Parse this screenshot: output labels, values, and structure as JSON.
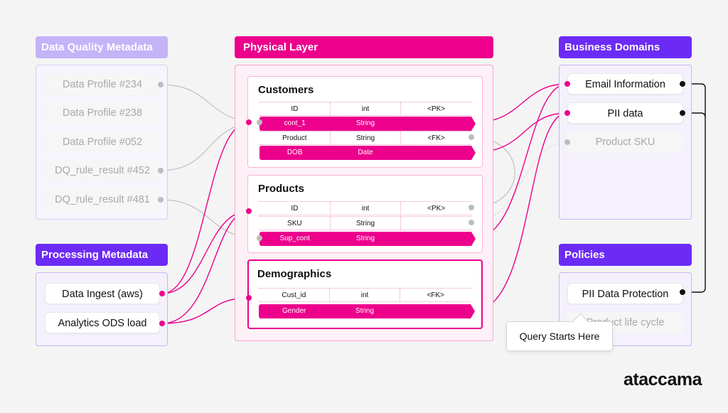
{
  "colors": {
    "pink": "#ec008c",
    "purple": "#6c2bf5",
    "lavender": "#c5b3f8",
    "black": "#111111",
    "gray": "#bdbdbd"
  },
  "brand": "ataccama",
  "data_quality": {
    "title": "Data Quality Metadata",
    "items": [
      "Data Profile #234",
      "Data Profile #238",
      "Data Profile #052",
      "DQ_rule_result #452",
      "DQ_rule_result #481"
    ]
  },
  "processing": {
    "title": "Processing Metadata",
    "items": [
      "Data Ingest (aws)",
      "Analytics ODS load"
    ]
  },
  "physical": {
    "title": "Physical Layer",
    "tables": [
      {
        "name": "Customers",
        "rows": [
          {
            "cells": [
              "ID",
              "int",
              "<PK>"
            ],
            "highlight": false
          },
          {
            "cells": [
              "cont_1",
              "String",
              ""
            ],
            "highlight": true
          },
          {
            "cells": [
              "Product",
              "String",
              "<FK>"
            ],
            "highlight": false
          },
          {
            "cells": [
              "DOB",
              "Date",
              ""
            ],
            "highlight": true
          }
        ]
      },
      {
        "name": "Products",
        "rows": [
          {
            "cells": [
              "ID",
              "int",
              "<PK>"
            ],
            "highlight": false
          },
          {
            "cells": [
              "SKU",
              "String",
              ""
            ],
            "highlight": false
          },
          {
            "cells": [
              "Sup_cont",
              "String",
              ""
            ],
            "highlight": true
          }
        ]
      },
      {
        "name": "Demographics",
        "rows": [
          {
            "cells": [
              "Cust_id",
              "int",
              "<FK>"
            ],
            "highlight": false
          },
          {
            "cells": [
              "Gender",
              "String",
              ""
            ],
            "highlight": true
          }
        ]
      }
    ]
  },
  "business": {
    "title": "Business Domains",
    "items": [
      "Email Information",
      "PII data",
      "Product SKU"
    ]
  },
  "policies": {
    "title": "Policies",
    "items": [
      "PII Data Protection",
      "Product life cycle"
    ]
  },
  "tooltip": "Query Starts Here"
}
